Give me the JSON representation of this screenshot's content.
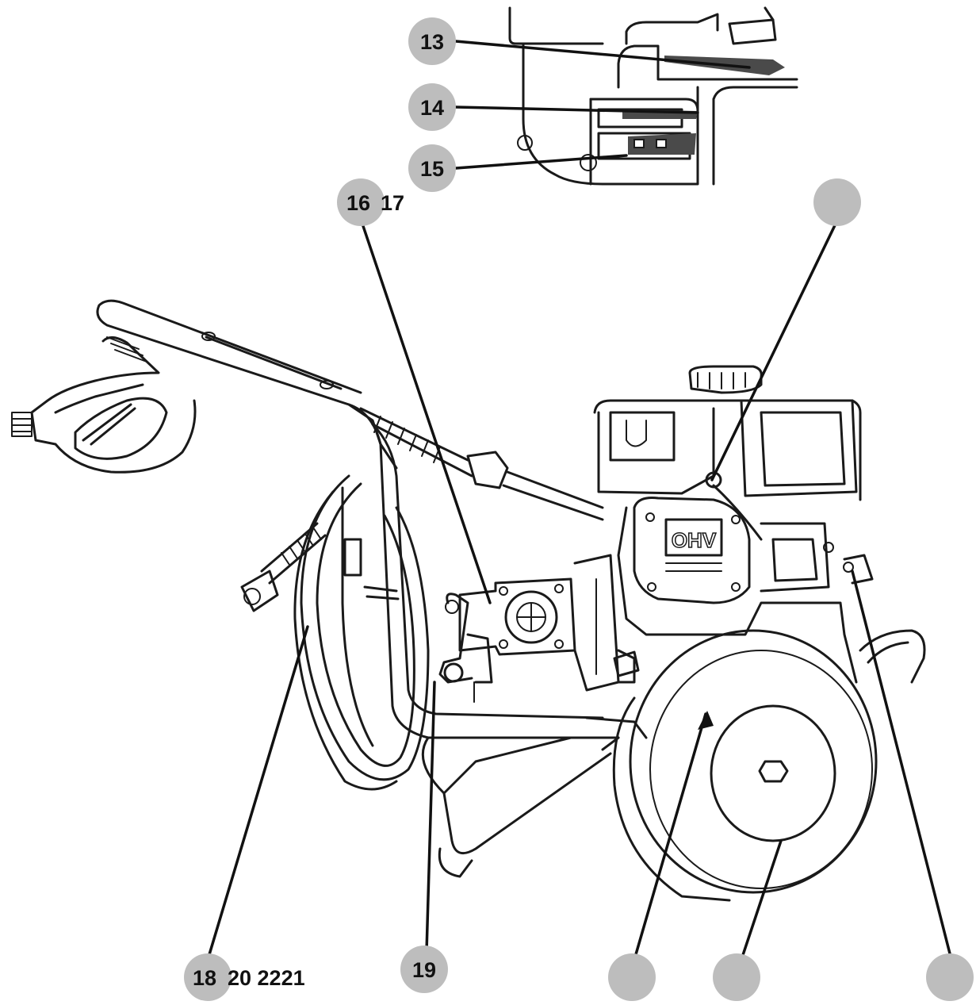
{
  "diagram": {
    "engine_badge": "OHV",
    "callouts": [
      {
        "id": "c13",
        "label": "13",
        "extra": ""
      },
      {
        "id": "c14",
        "label": "14",
        "extra": ""
      },
      {
        "id": "c15",
        "label": "15",
        "extra": ""
      },
      {
        "id": "c16",
        "label": "16",
        "extra": "17"
      },
      {
        "id": "c18",
        "label": "18",
        "extra": "20 2221"
      },
      {
        "id": "c19",
        "label": "19",
        "extra": ""
      },
      {
        "id": "cEngine",
        "label": "",
        "extra": ""
      },
      {
        "id": "cFrame",
        "label": "",
        "extra": ""
      },
      {
        "id": "cWheel",
        "label": "",
        "extra": ""
      },
      {
        "id": "cLever",
        "label": "",
        "extra": ""
      }
    ]
  },
  "colors": {
    "callout_circle": "#bdbdbd",
    "line": "#1a1a1a",
    "background": "#ffffff"
  }
}
